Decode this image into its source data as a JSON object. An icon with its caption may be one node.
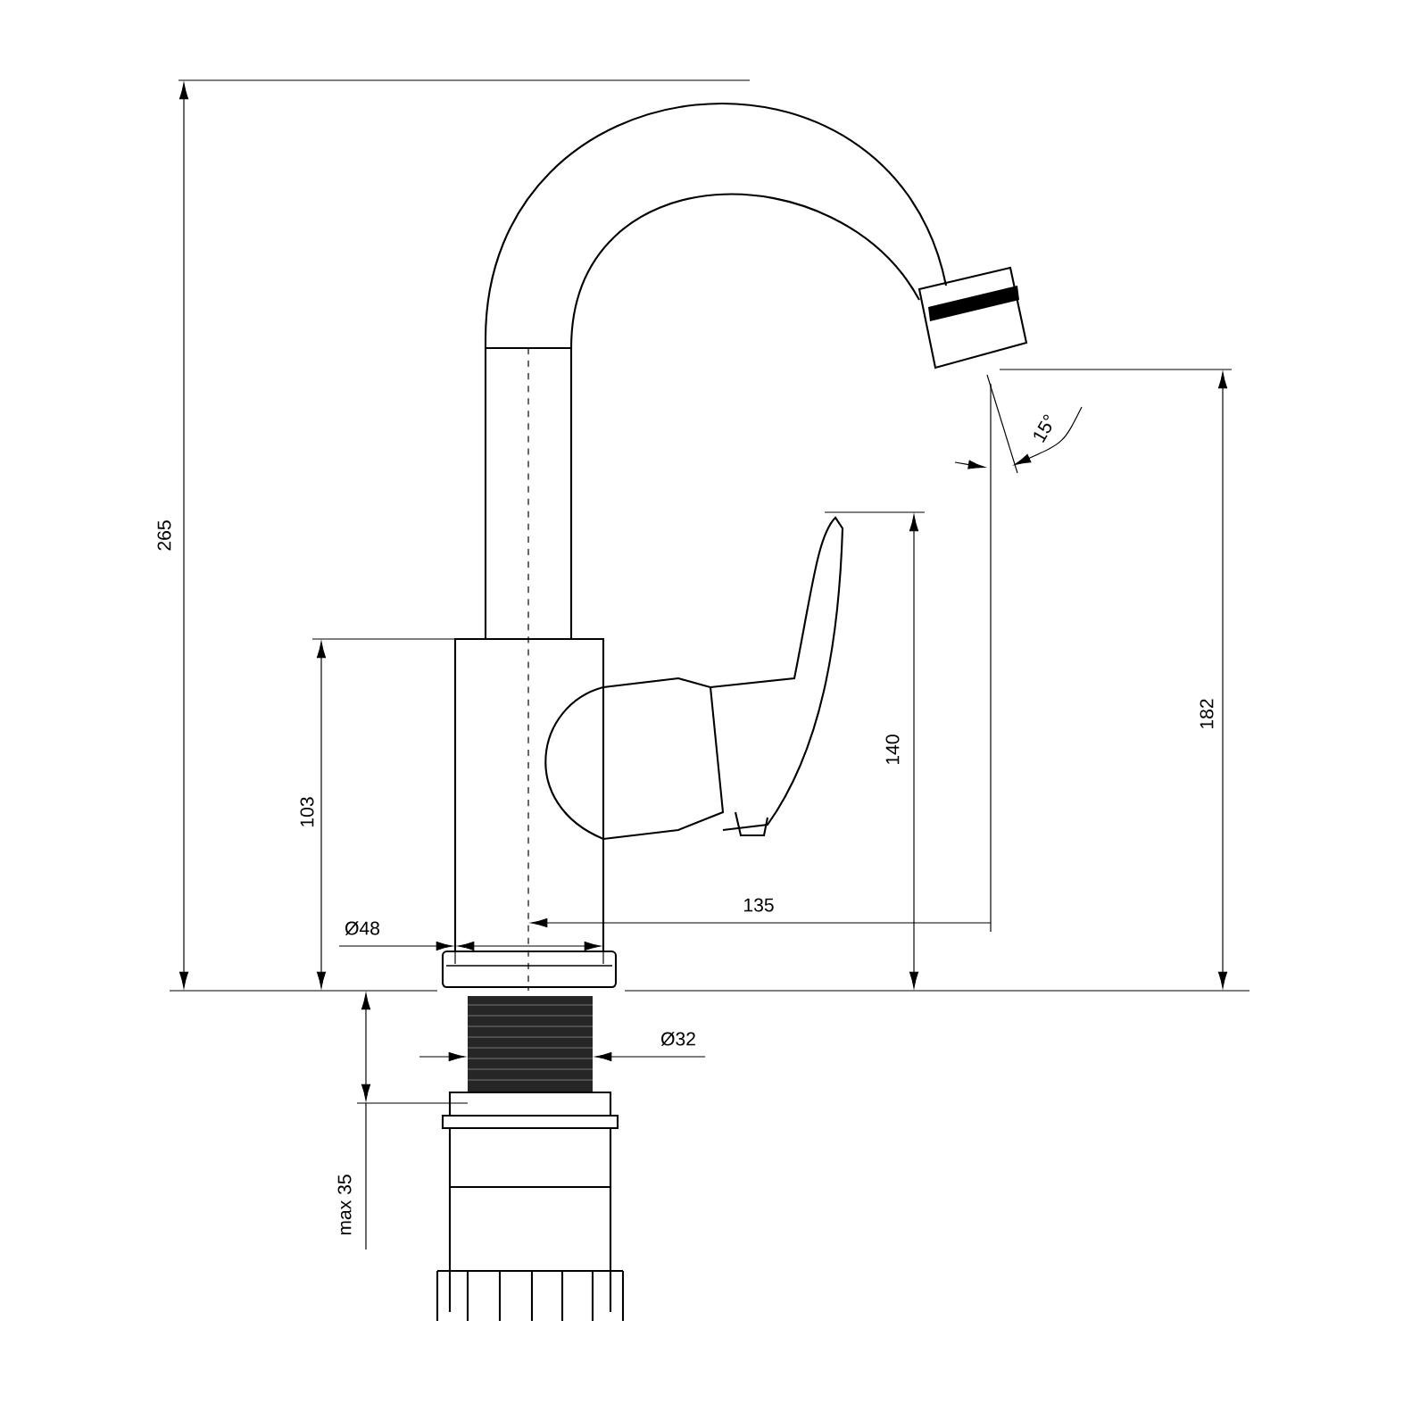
{
  "diagram": {
    "labels": [
      "265",
      "15°",
      "182",
      "140",
      "103",
      "135",
      "Ø48",
      "Ø32",
      "max 35"
    ]
  }
}
